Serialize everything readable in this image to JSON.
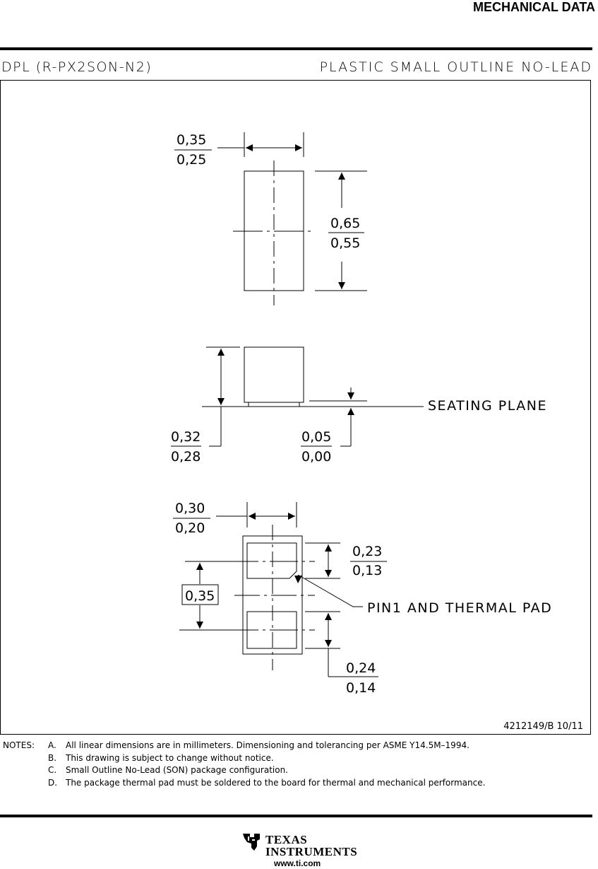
{
  "header": {
    "title": "MECHANICAL DATA"
  },
  "package": {
    "code": "DPL (R-PX2SON-N2)",
    "description": "PLASTIC SMALL OUTLINE NO-LEAD"
  },
  "dimensions": {
    "top_width": {
      "max": "0,35",
      "min": "0,25"
    },
    "top_length": {
      "max": "0,65",
      "min": "0,55"
    },
    "side_height": {
      "max": "0,32",
      "min": "0,28"
    },
    "standoff": {
      "max": "0,05",
      "min": "0,00"
    },
    "pad_width": {
      "max": "0,30",
      "min": "0,20"
    },
    "pad1_length": {
      "max": "0,23",
      "min": "0,13"
    },
    "pad_pitch": "0,35",
    "pad2_length": {
      "max": "0,24",
      "min": "0,14"
    }
  },
  "labels": {
    "seating_plane": "SEATING PLANE",
    "pin1": "PIN1 AND THERMAL PAD"
  },
  "drawing_number": "4212149/B 10/11",
  "notes": {
    "tag": "NOTES:",
    "items": [
      {
        "letter": "A.",
        "text": "All linear dimensions are in millimeters.  Dimensioning and tolerancing per ASME Y14.5M–1994."
      },
      {
        "letter": "B.",
        "text": "This drawing is subject to change without notice."
      },
      {
        "letter": "C.",
        "text": "Small Outline No-Lead (SON) package configuration."
      },
      {
        "letter": "D.",
        "text": "The package thermal pad must be soldered to the board for thermal and mechanical performance."
      }
    ]
  },
  "footer": {
    "logo_line1": "TEXAS",
    "logo_line2": "INSTRUMENTS",
    "url": "www.ti.com"
  }
}
